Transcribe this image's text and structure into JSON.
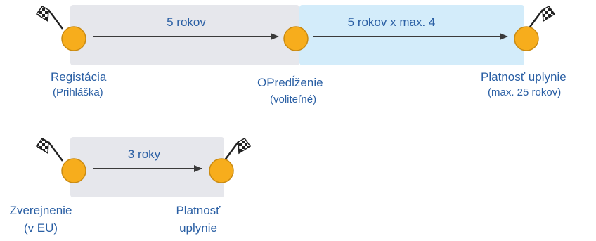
{
  "timeline_registration": {
    "segment_1_label": "5 rokov",
    "segment_2_label": "5 rokov x max. 4",
    "milestone_start": {
      "title": "Registácia",
      "subtitle": "(Prihláška)"
    },
    "milestone_middle": {
      "title": "OPredĺženie",
      "subtitle": "(voliteľné)"
    },
    "milestone_end": {
      "title": "Platnosť uplynie",
      "subtitle": "(max. 25 rokov)"
    }
  },
  "timeline_publication": {
    "segment_label": "3 roky",
    "milestone_start": {
      "title": "Zverejnenie",
      "subtitle": "(v EU)"
    },
    "milestone_end": {
      "title": "Platnosť",
      "subtitle": "uplynie"
    }
  },
  "colors": {
    "band_gray": "#e6e7ec",
    "band_blue": "#d3ecfa",
    "milestone_fill": "#f7ad1c",
    "milestone_stroke": "#c98a12",
    "arrow": "#3a3a3a",
    "text": "#2a5fa4"
  },
  "icons": {
    "flag": "checkered-flag-icon",
    "milestone": "milestone-circle-icon"
  }
}
